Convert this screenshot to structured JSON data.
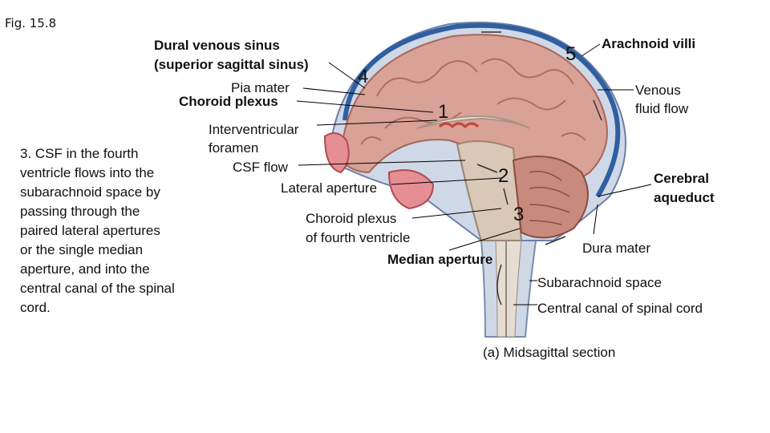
{
  "figure_id": "Fig. 15.8",
  "paragraph": "3.  CSF in the fourth\nventricle flows into the\nsubarachnoid space by\npassing through the\npaired lateral apertures\nor the single median\naperture,  and into the\ncentral canal of the spinal\ncord.",
  "labels": {
    "dural_sinus_1": "Dural venous sinus",
    "dural_sinus_2": "(superior sagittal sinus)",
    "pia_mater": "Pia mater",
    "choroid_plexus": "Choroid plexus",
    "interventricular_1": "Interventricular",
    "interventricular_2": "foramen",
    "csf_flow": "CSF flow",
    "lateral_aperture": "Lateral aperture",
    "choroid_fourth_1": "Choroid plexus",
    "choroid_fourth_2": "of fourth ventricle",
    "median_aperture": "Median aperture",
    "arachnoid_villi": "Arachnoid villi",
    "venous_flow_1": "Venous",
    "venous_flow_2": "fluid flow",
    "cerebral_aqueduct_1": "Cerebral",
    "cerebral_aqueduct_2": "aqueduct",
    "dura_mater": "Dura mater",
    "subarachnoid_space": "Subarachnoid space",
    "central_canal": "Central canal of spinal cord",
    "caption": "(a) Midsagittal section"
  },
  "step_numbers": [
    "1",
    "2",
    "3",
    "4",
    "5"
  ],
  "colors": {
    "cortex": "#d9a296",
    "sulci": "#b06d62",
    "csf_space": "#cfd8e6",
    "sinus": "#2f5fa0",
    "cerebellum": "#c88a7c",
    "brainstem": "#d9c7b8",
    "leader_line": "#000000"
  }
}
